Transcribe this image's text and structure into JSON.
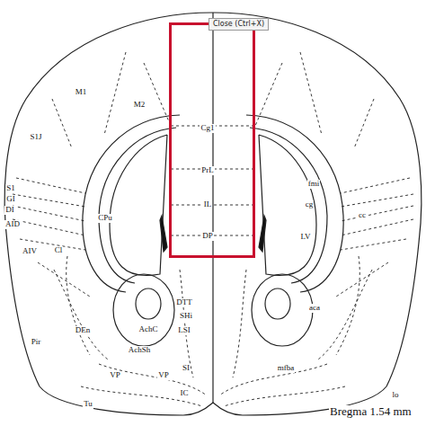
{
  "diagram": {
    "nodes": [
      {
        "text": [
          "Cg1",
          "PrL",
          "IL",
          "DP"
        ]
      },
      {
        "text": [
          "Close (Ctrl+X)"
        ]
      }
    ],
    "labels": [
      "M1",
      "M2",
      "S1J",
      "S1",
      "GI",
      "DI",
      "AID",
      "AIV",
      "Cl",
      "CPu",
      "DEn",
      "Pir",
      "AchC",
      "AchSh",
      "VP",
      "VP",
      "Tu",
      "DTT",
      "SHi",
      "LSI",
      "SI",
      "IC",
      "fmi",
      "cg",
      "cc",
      "LV",
      "aca",
      "mfba",
      "lo",
      "Bregma 1.54 mm"
    ]
  }
}
